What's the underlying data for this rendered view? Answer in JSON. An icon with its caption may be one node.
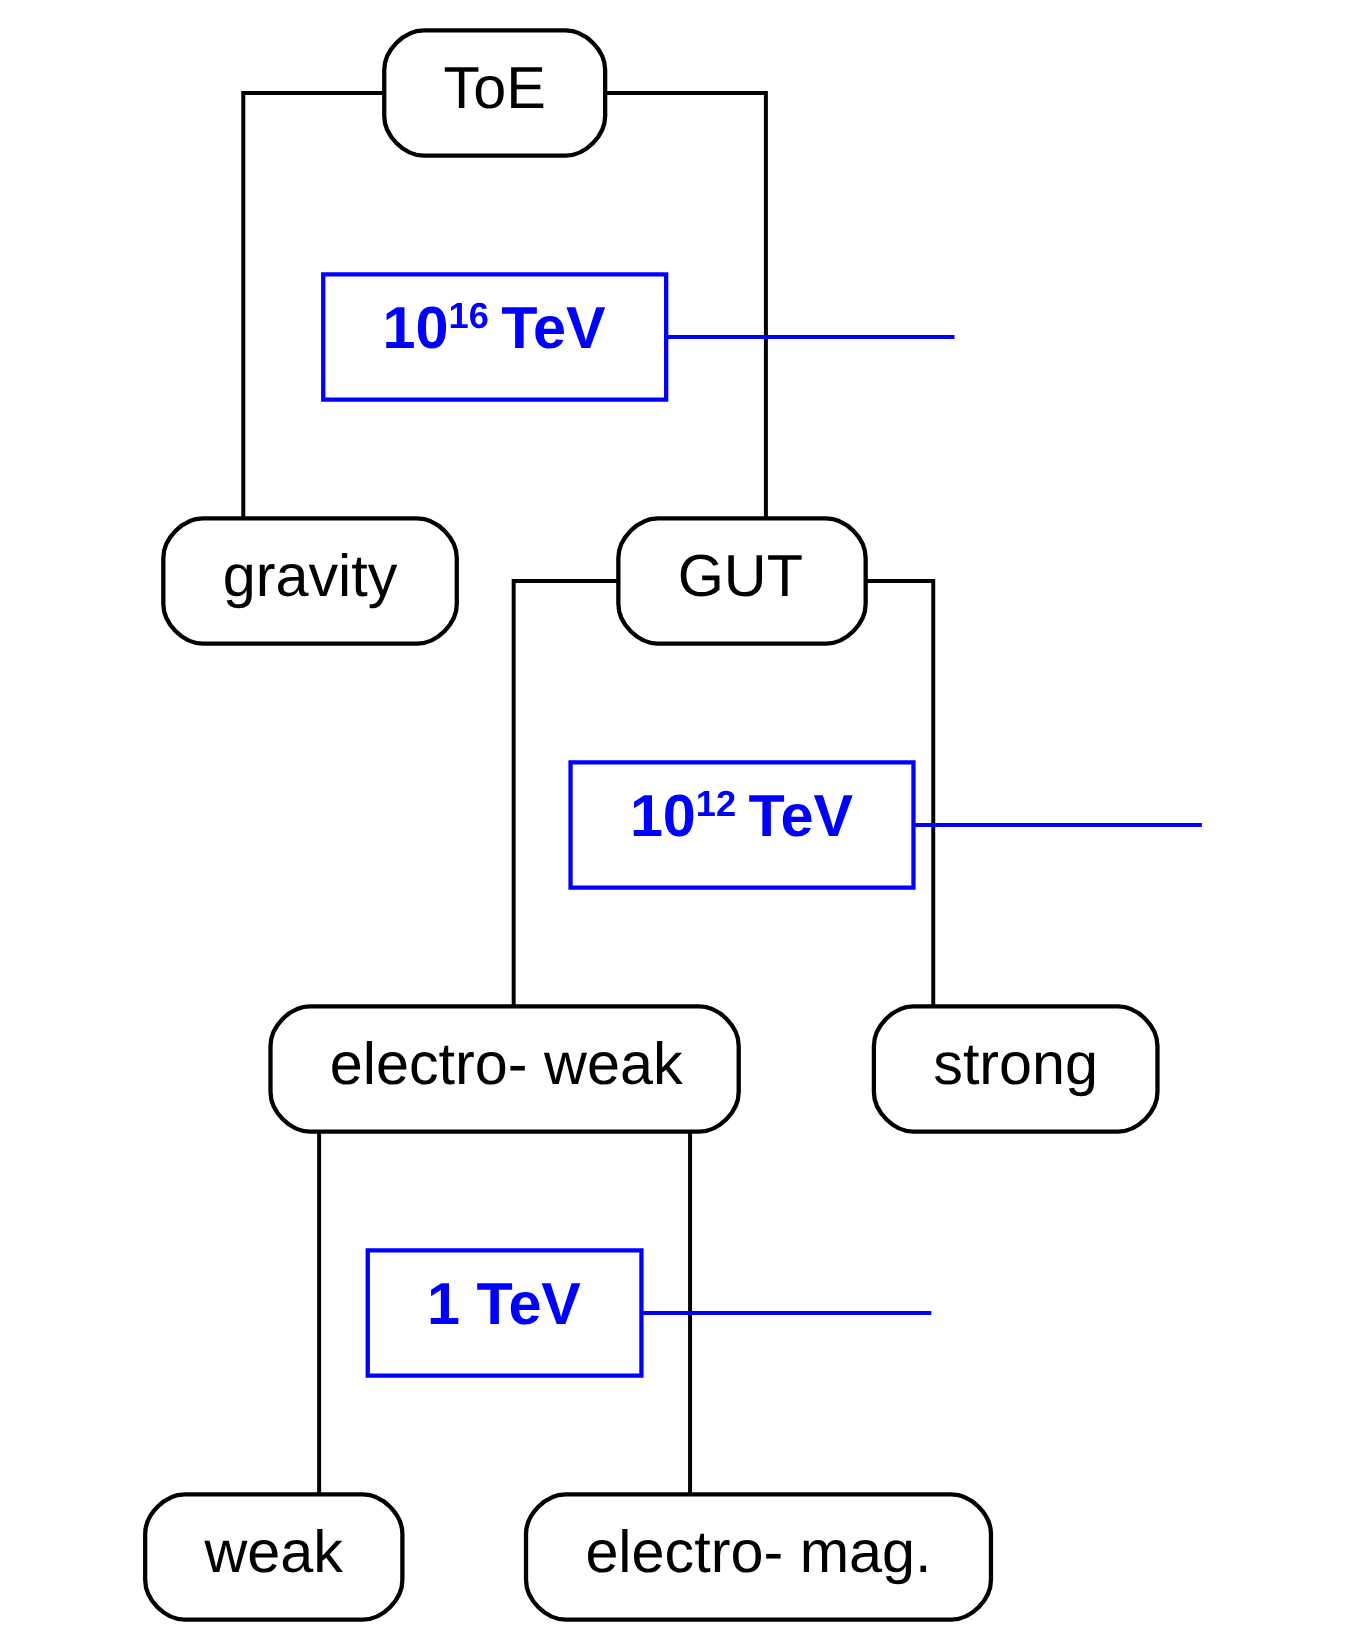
{
  "diagram": {
    "nodes": [
      {
        "text": [
          "ToE"
        ]
      },
      {
        "text": [
          "gravity"
        ]
      },
      {
        "text": [
          "GUT"
        ]
      },
      {
        "text": [
          "electro- weak"
        ]
      },
      {
        "text": [
          "strong"
        ]
      },
      {
        "text": [
          "weak"
        ]
      },
      {
        "text": [
          "electro- mag."
        ]
      },
      {
        "text": [
          "10$^{16}$ TeV"
        ]
      },
      {
        "text": [
          "10$^{12}$ TeV"
        ]
      },
      {
        "text": [
          "1 TeV"
        ]
      }
    ],
    "edges": [
      {
        "from": 0,
        "to": 1,
        "arrow": "none"
      },
      {
        "from": 0,
        "to": 2,
        "arrow": "none"
      },
      {
        "from": 2,
        "to": 3,
        "arrow": "none"
      },
      {
        "from": 2,
        "to": 4,
        "arrow": "none"
      },
      {
        "from": 3,
        "to": 5,
        "arrow": "none"
      },
      {
        "from": 3,
        "to": 6,
        "arrow": "none"
      },
      {
        "from": 7,
        "to": null,
        "arrow": "none",
        "color": "#0000ff"
      },
      {
        "from": 8,
        "to": null,
        "arrow": "none",
        "color": "#0000ff"
      },
      {
        "from": 9,
        "to": null,
        "arrow": "none",
        "color": "#0000ff"
      }
    ]
  }
}
